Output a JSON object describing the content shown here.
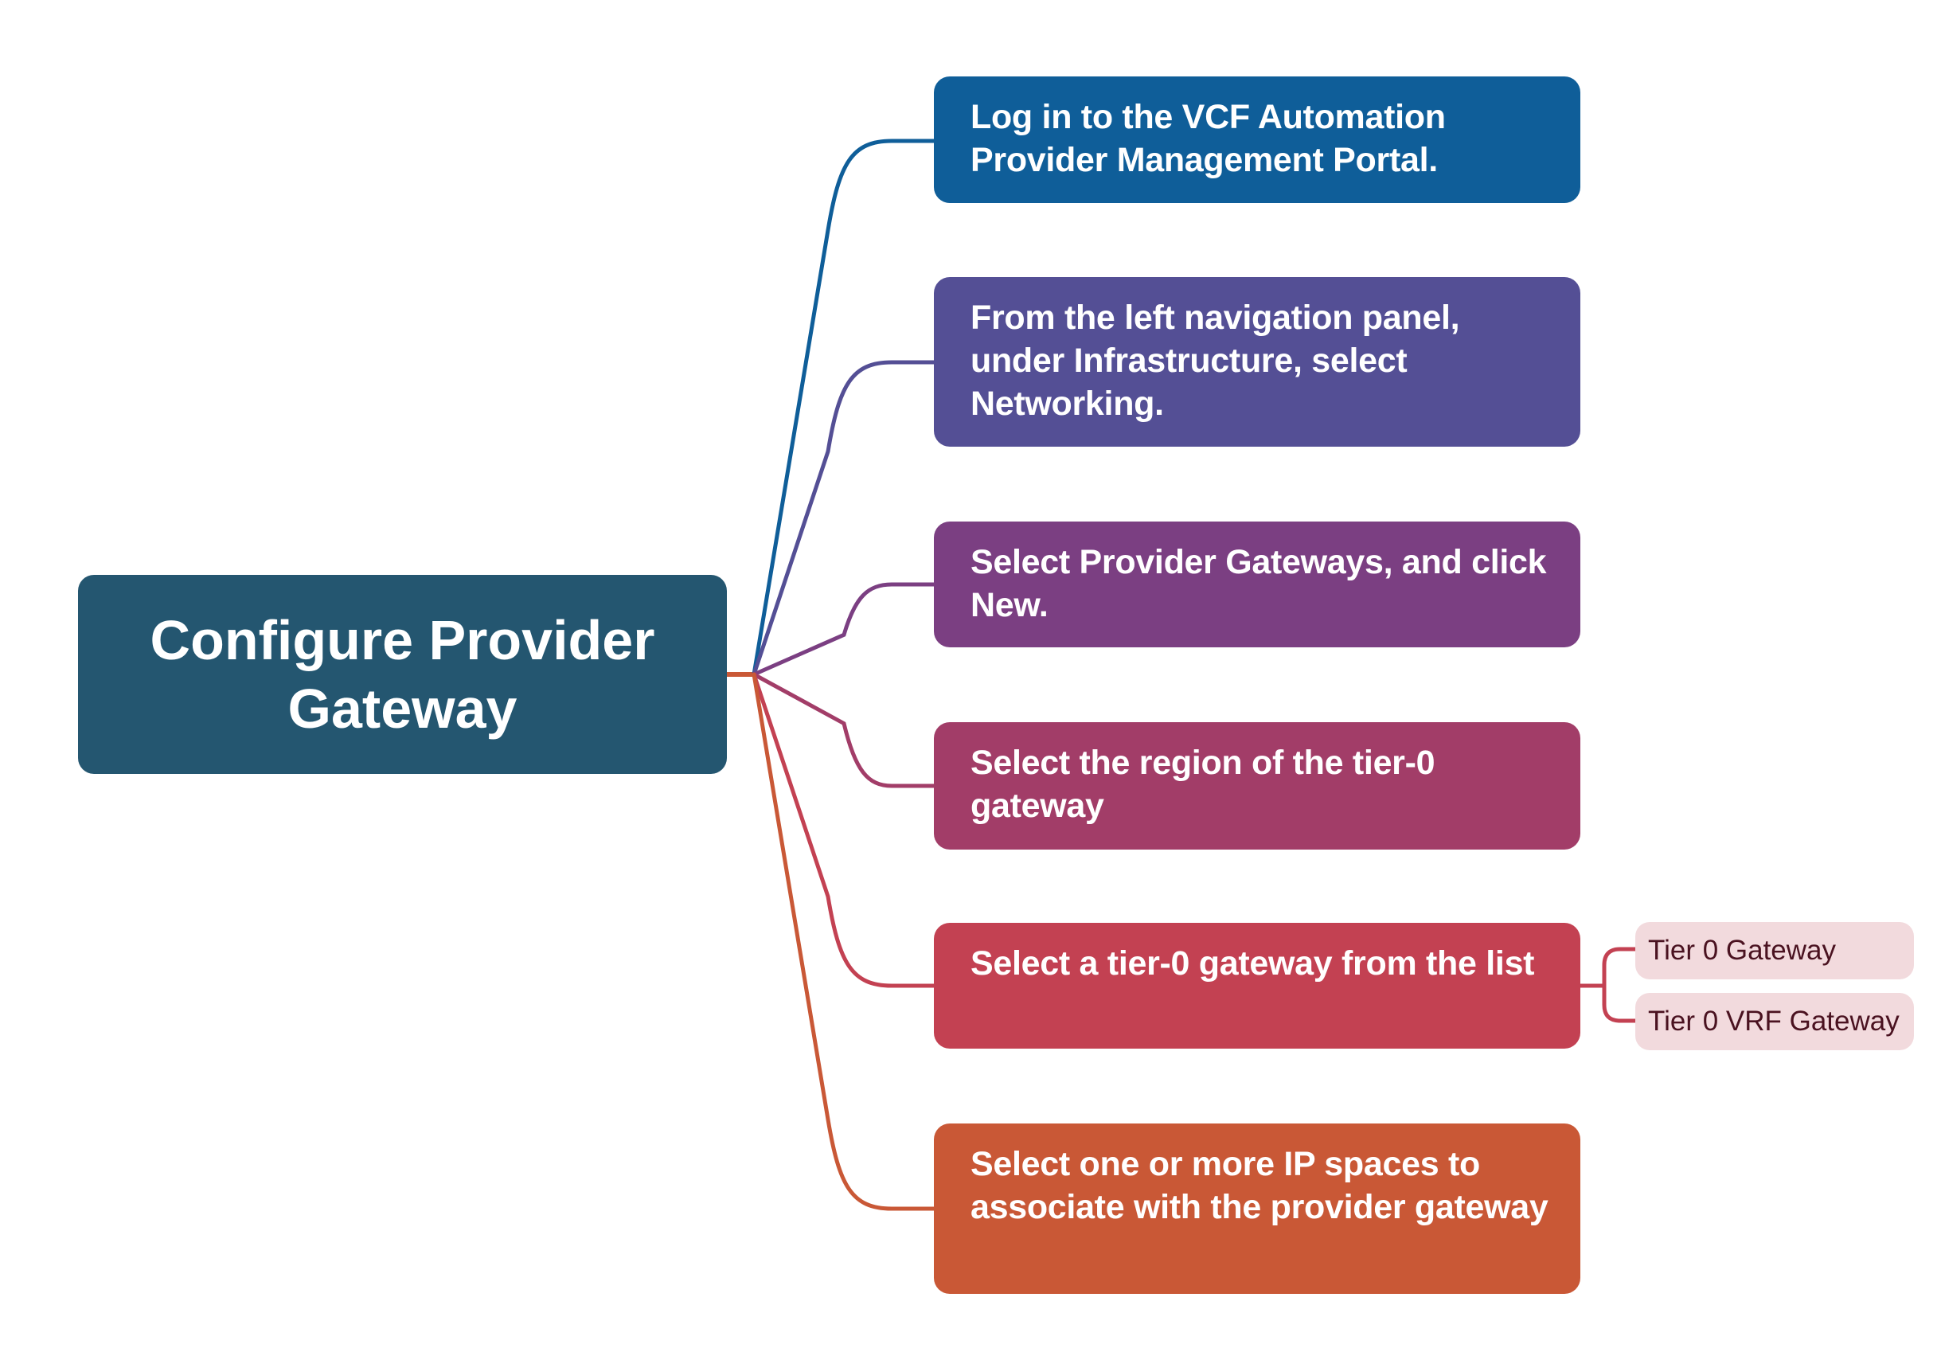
{
  "root": {
    "title": "Configure Provider Gateway",
    "color": "#245670"
  },
  "steps": [
    {
      "text": "Log in to the VCF Automation Provider Management Portal.",
      "color": "#0f5e99"
    },
    {
      "text": "From the left navigation panel, under Infrastructure, select Networking.",
      "color": "#544f95"
    },
    {
      "text": "Select Provider Gateways, and click New.",
      "color": "#7b3f82"
    },
    {
      "text": "Select the region of the tier-0 gateway",
      "color": "#a23d68"
    },
    {
      "text": "Select a tier-0 gateway from the list",
      "color": "#c34152",
      "children": [
        {
          "text": "Tier 0 Gateway"
        },
        {
          "text": "Tier 0 VRF Gateway"
        }
      ]
    },
    {
      "text": "Select one or more IP spaces to associate with the provider gateway",
      "color": "#c95836"
    }
  ],
  "sub_colors": {
    "fill": "#f2dadd",
    "text": "#4a1220"
  }
}
